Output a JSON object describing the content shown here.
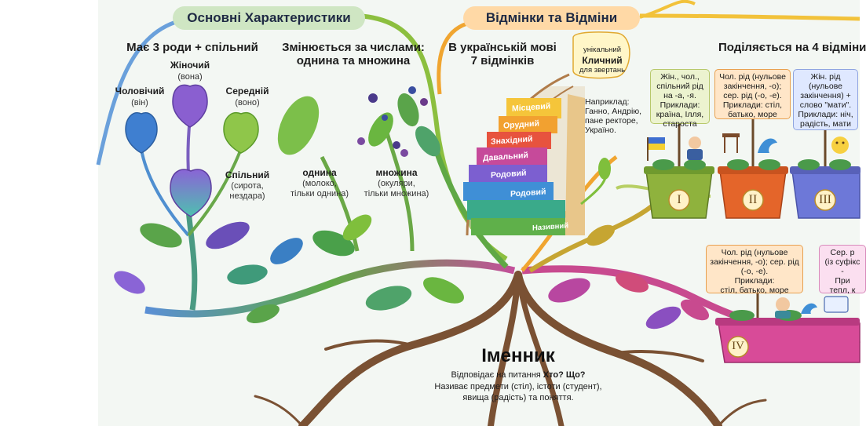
{
  "sections": {
    "characteristics": {
      "title": "Основні Характеристики"
    },
    "cases": {
      "title": "Відмінки та Відміни"
    }
  },
  "genders": {
    "heading": "Має 3 роди + спільний",
    "masculine": {
      "label": "Чоловічий",
      "pronoun": "(він)"
    },
    "feminine": {
      "label": "Жіночий",
      "pronoun": "(вона)"
    },
    "neuter": {
      "label": "Середній",
      "pronoun": "(воно)"
    },
    "common": {
      "label": "Спільний",
      "example": "(сирота,\nнездара)"
    }
  },
  "numbers": {
    "heading": "Змінюється за числами:\nоднина та множина",
    "singular": {
      "label": "однина",
      "example": "(молоко,\nтільки однина)"
    },
    "plural": {
      "label": "множина",
      "example": "(окуляри,\nтільки множина)"
    }
  },
  "cases_block": {
    "heading": "В українській мові\n7 відмінків",
    "bubble_top": "унікальний",
    "bubble_main": "Кличний",
    "bubble_sub": "для звертань",
    "example": "Наприклад:\nГанно, Андрію,\nпане ректоре,\nУкраїно.",
    "stairs": [
      "Місцевий",
      "Орудний",
      "Знахідний",
      "Давальний",
      "Родовий",
      "Родовий",
      "Називний"
    ]
  },
  "declensions": {
    "heading": "Поділяється на 4 відміни",
    "I": {
      "numeral": "I",
      "text": "Жін., чол.,\nспільний рід\nна -а, -я.\nПриклади:\nкраїна, Ілля,\nстароста"
    },
    "II": {
      "numeral": "II",
      "text": "Чол. рід (нульове\nзакінчення, -о);\nсер. рід (-о, -е).\nПриклади: стіл,\nбатько, море"
    },
    "III": {
      "numeral": "III",
      "text": "Жін. рід\n(нульове\nзакінчення) +\nслово \"мати\".\nПриклади: ніч,\nрадість, мати"
    },
    "IV": {
      "numeral": "IV",
      "text": "Чол. рід (нульове\nзакінчення, -о); сер. рід\n(-о, -е).\nПриклади:\nстіл, батько, море"
    },
    "IV_extra": "Сер. р\n(із суфікс\n-\nПри\nтепл, к"
  },
  "root": {
    "title": "Іменник",
    "line1_pre": "Відповідає на питання ",
    "line1_bold": "Хто? Що?",
    "line2": "Називає предмети (стіл), істоти (студент),",
    "line3": "явища (радість) та поняття."
  },
  "colors": {
    "bg": "#f3f7f3",
    "pill_left": "#cfe6c3",
    "pill_right": "#ffd9a6",
    "stem_blue": "#4f8fd0",
    "stem_green": "#77b13b",
    "root_brown": "#7a5133",
    "pot1": "#8fb23d",
    "pot2": "#e4652a",
    "pot3": "#6d78d8",
    "pot4": "#d84b98"
  }
}
